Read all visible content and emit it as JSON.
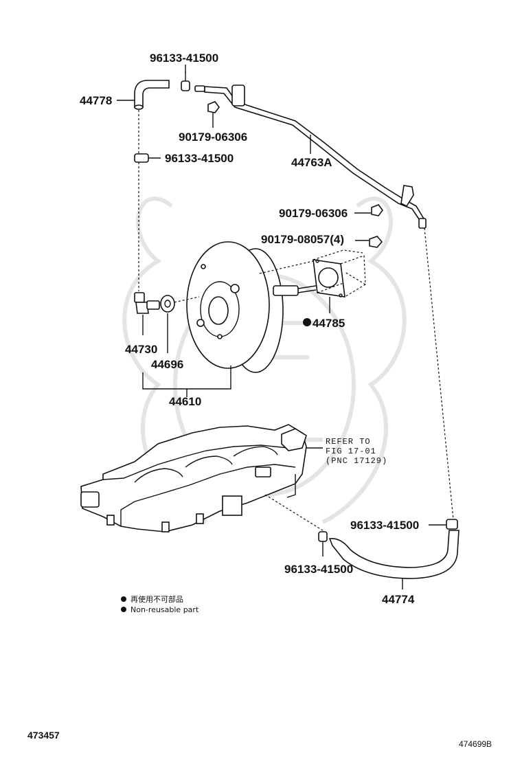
{
  "diagram": {
    "parts": {
      "clip_top": "96133-41500",
      "hose_44778": "44778",
      "nut_top": "90179-06306",
      "clip_left": "96133-41500",
      "pipe": "44763A",
      "nut_right": "90179-06306",
      "nut_qty": "90179-08057(4)",
      "gasket": "44785",
      "valve": "44730",
      "grommet": "44696",
      "booster": "44610",
      "clip_lower_right": "96133-41500",
      "clip_lower": "96133-41500",
      "hose_44774": "44774"
    },
    "refer": {
      "line1": "REFER TO",
      "line2": "FIG 17-01",
      "line3": "(PNC 17129)"
    },
    "legend": {
      "jp": "再使用不可部品",
      "en": "Non-reusable part"
    },
    "footer": {
      "left_code": "473457",
      "right_code": "474699B"
    },
    "watermark_icon": "toyota-samurai-watermark-icon"
  }
}
